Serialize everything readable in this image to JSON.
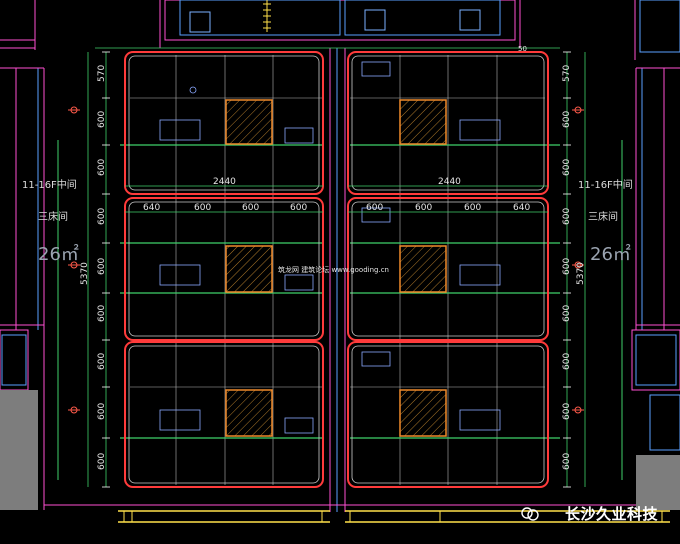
{
  "drawing": {
    "dims": {
      "row_left": [
        "570",
        "600",
        "600",
        "600",
        "600",
        "600",
        "600",
        "600",
        "600"
      ],
      "row_right": [
        "570",
        "600",
        "600",
        "600",
        "600",
        "600",
        "600",
        "600",
        "600"
      ],
      "overall_left": "5370",
      "overall_right": "5370",
      "top_left": "2440",
      "top_right": "2440",
      "cols_left": [
        "640",
        "600",
        "600",
        "600"
      ],
      "cols_right": [
        "600",
        "600",
        "600",
        "640"
      ],
      "top_small": "50"
    },
    "rooms": {
      "left_label": "11-16F中间",
      "left_name": "三床间",
      "left_area": "26㎡",
      "right_label": "11-16F中间",
      "right_name": "三床间",
      "right_area": "26㎡"
    },
    "watermark": "筑龙网 建筑论坛 www.gooding.cn",
    "brand": "长沙久业科技"
  }
}
